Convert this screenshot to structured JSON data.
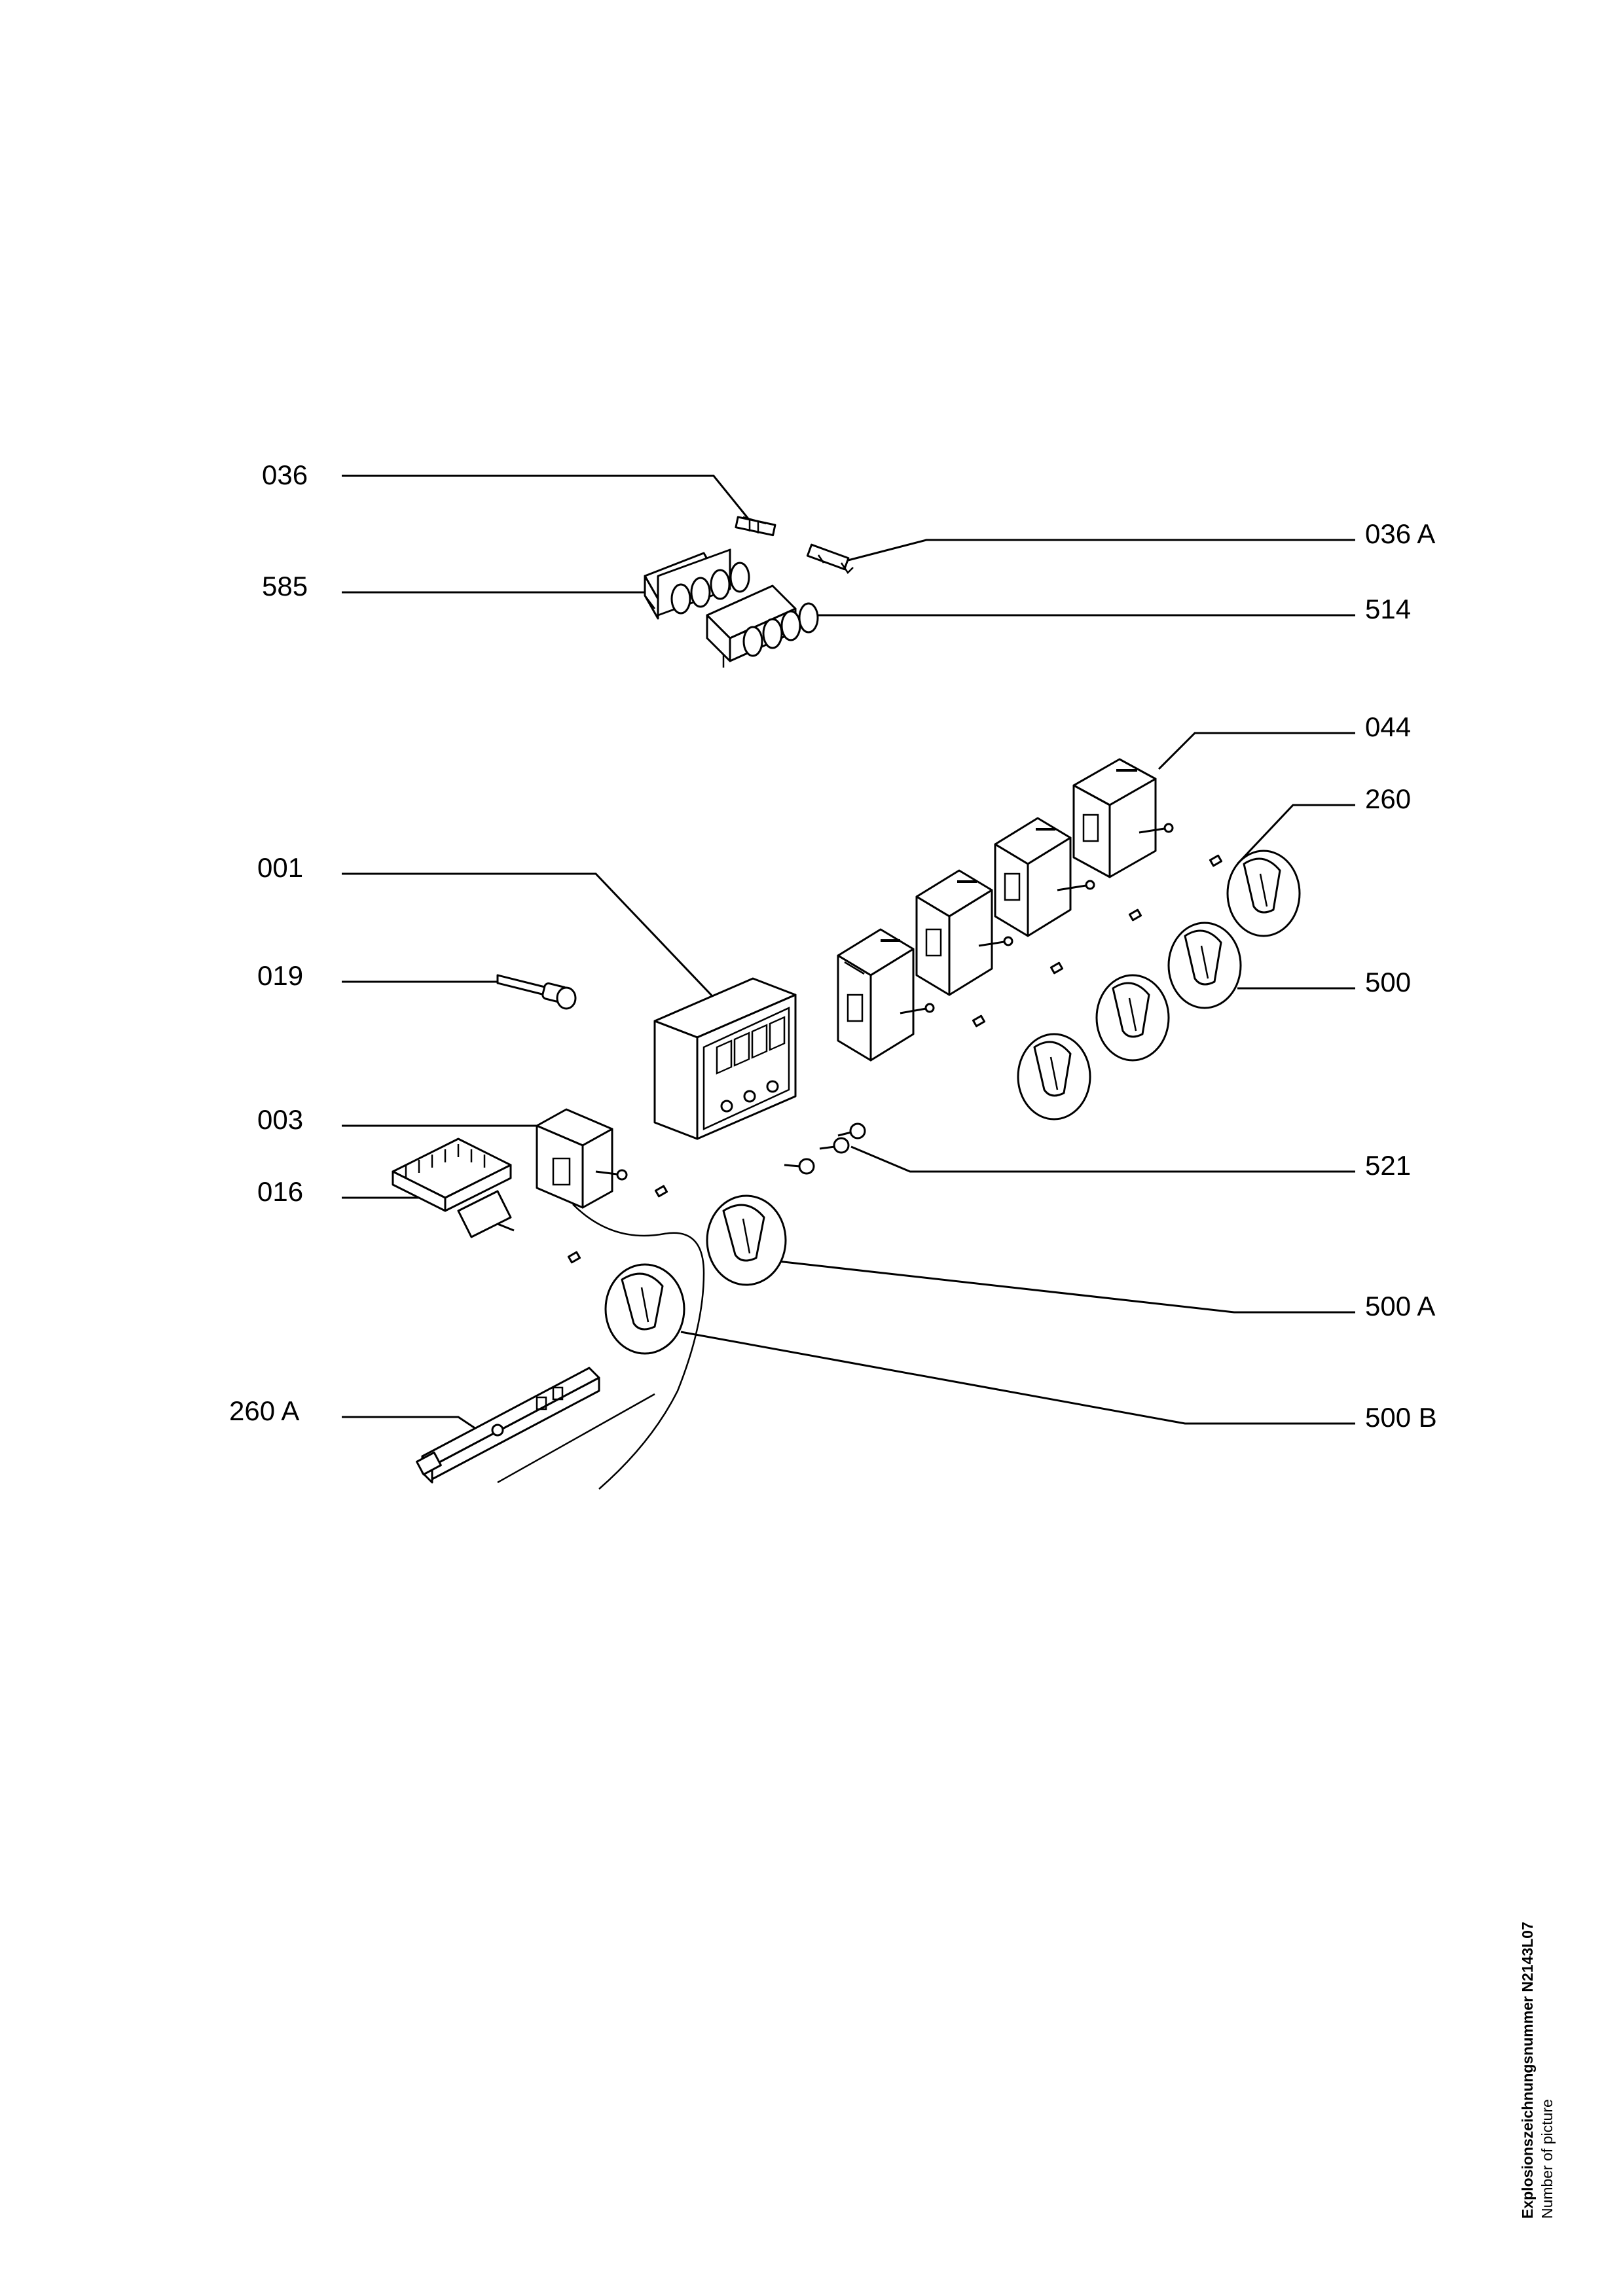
{
  "labels": {
    "l036": "036",
    "l036a": "036 A",
    "l585": "585",
    "l514": "514",
    "l044": "044",
    "l260": "260",
    "l001": "001",
    "l019": "019",
    "l500": "500",
    "l003": "003",
    "l521": "521",
    "l016": "016",
    "l500a": "500 A",
    "l500b": "500 B",
    "l260a": "260 A"
  },
  "caption": {
    "drawing_number": "Explosionszeichnungsnummer N2143L07",
    "subtitle": "Number of picture"
  }
}
